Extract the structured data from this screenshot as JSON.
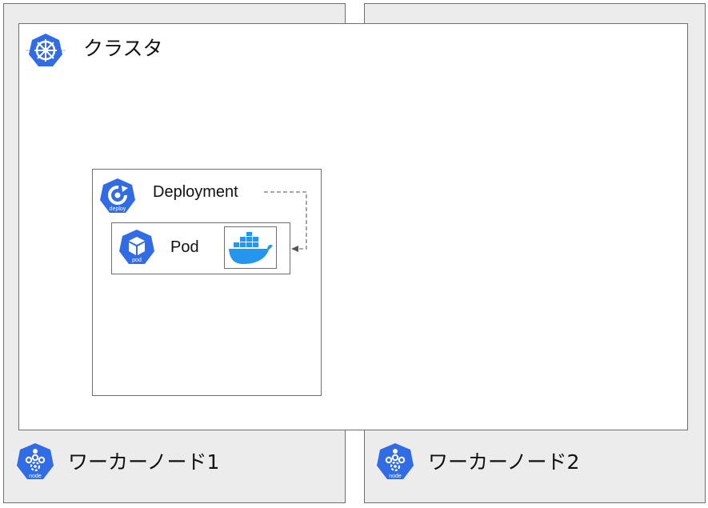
{
  "worker_nodes": [
    {
      "label": "ワーカーノード1",
      "icon": "node-icon",
      "icon_caption": "node"
    },
    {
      "label": "ワーカーノード2",
      "icon": "node-icon",
      "icon_caption": "node"
    }
  ],
  "cluster": {
    "label": "クラスタ",
    "icon": "kubernetes-helm-icon"
  },
  "deployment": {
    "label": "Deployment",
    "icon": "deploy-icon",
    "icon_caption": "deploy"
  },
  "pod": {
    "label": "Pod",
    "icon": "pod-icon",
    "icon_caption": "pod"
  },
  "container": {
    "icon": "docker-whale-icon"
  },
  "colors": {
    "k8s_blue": "#326CE5",
    "docker_blue": "#2496ED",
    "node_bg": "#ECECEC",
    "border": "#6F6F6F",
    "connector": "#777777"
  }
}
